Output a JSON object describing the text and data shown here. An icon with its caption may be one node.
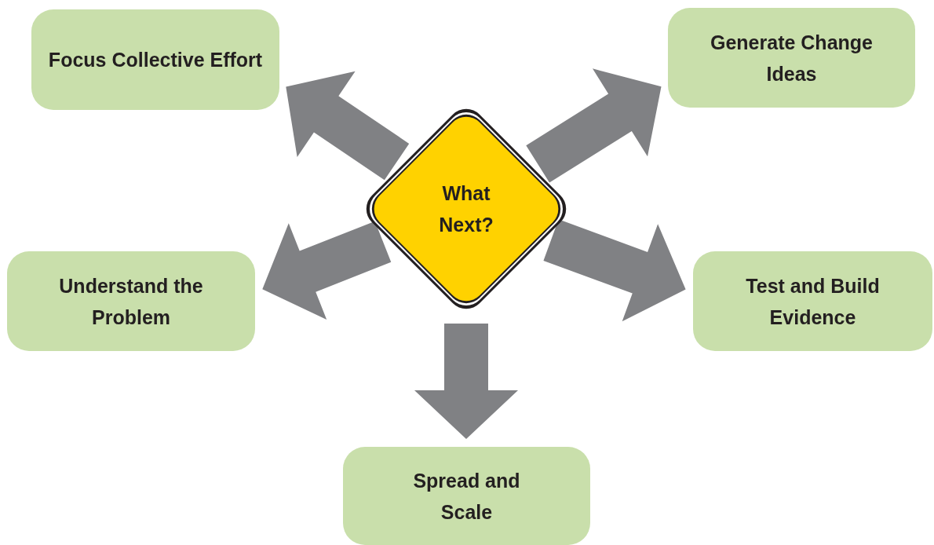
{
  "diagram": {
    "nodes": [
      {
        "text": [
          "What Next?"
        ]
      },
      {
        "text": [
          "Focus Collective Effort"
        ]
      },
      {
        "text": [
          "Generate Change Ideas"
        ]
      },
      {
        "text": [
          "Understand the Problem"
        ]
      },
      {
        "text": [
          "Test and Build Evidence"
        ]
      },
      {
        "text": [
          "Spread and Scale"
        ]
      }
    ],
    "edges": [
      {
        "from": 0,
        "to": 1,
        "arrow": "to"
      },
      {
        "from": 0,
        "to": 2,
        "arrow": "to"
      },
      {
        "from": 0,
        "to": 3,
        "arrow": "to"
      },
      {
        "from": 0,
        "to": 4,
        "arrow": "to"
      },
      {
        "from": 0,
        "to": 5,
        "arrow": "to"
      }
    ]
  }
}
